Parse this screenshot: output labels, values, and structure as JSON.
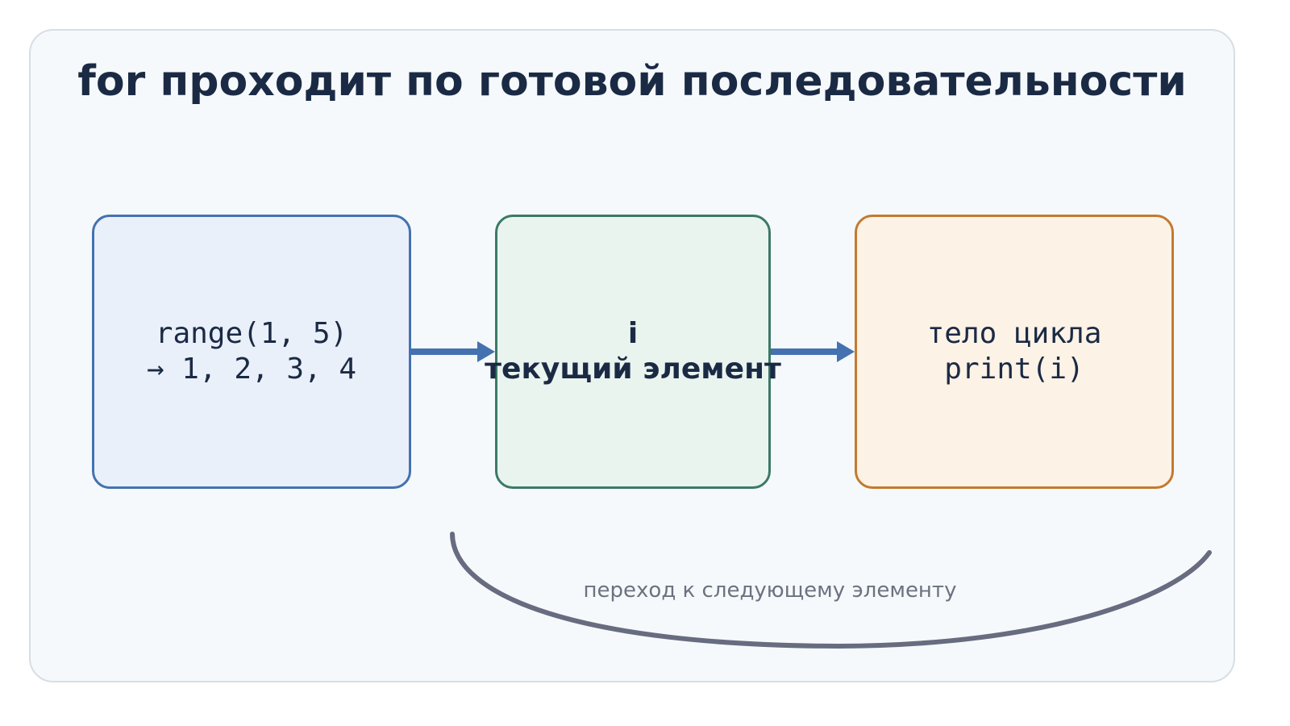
{
  "diagram": {
    "title": "for проходит по готовой последовательности",
    "boxes": {
      "range": {
        "line1": "range(1, 5)",
        "line2": "→ 1, 2, 3, 4"
      },
      "current": {
        "line1": "i",
        "line2": "текущий элемент"
      },
      "body": {
        "line1": "тело цикла",
        "line2": "print(i)"
      }
    },
    "loop_label": "переход к следующему элементу"
  },
  "colors": {
    "title_text": "#1b2a44",
    "panel_bg": "#f6f9fb",
    "range_border": "#4472b0",
    "range_bg": "#e9f0fa",
    "current_border": "#3b7a66",
    "current_bg": "#eaf4ef",
    "body_border": "#c47a2e",
    "body_bg": "#fcf2e6",
    "arrow": "#4472b0",
    "loop_curve": "#676c80",
    "loop_label": "#6b7280"
  }
}
